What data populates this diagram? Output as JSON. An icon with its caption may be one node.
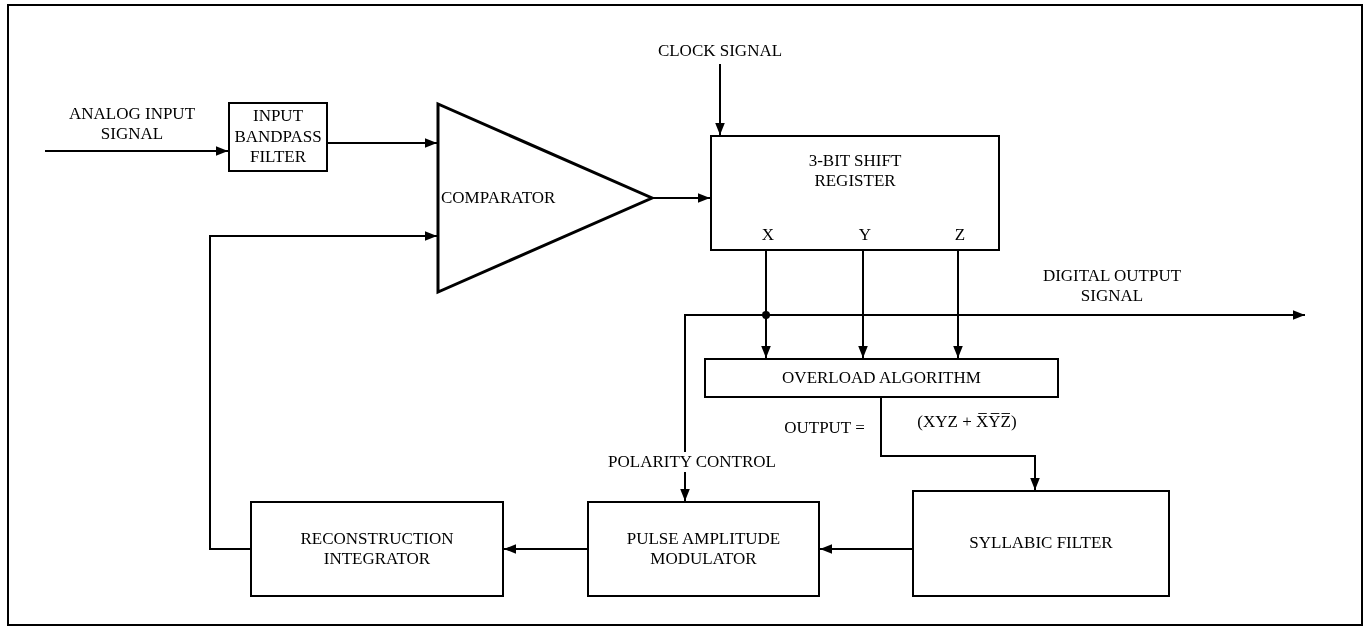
{
  "diagram": {
    "nodes": [
      {
        "text": [
          "CLOCK SIGNAL"
        ]
      },
      {
        "text": [
          "INPUT BANDPASS FILTER"
        ]
      },
      {
        "text": [
          "COMPARATOR"
        ]
      },
      {
        "text": [
          "3-BIT SHIFT REGISTER",
          "X",
          "Y",
          "Z"
        ]
      },
      {
        "text": [
          "OVERLOAD ALGORITHM"
        ]
      },
      {
        "text": [
          "RECONSTRUCTION INTEGRATOR"
        ]
      },
      {
        "text": [
          "PULSE AMPLITUDE MODULATOR"
        ]
      },
      {
        "text": [
          "SYLLABIC FILTER"
        ]
      }
    ],
    "edges": [
      {
        "from": 0,
        "to": 3,
        "arrow": "to"
      },
      {
        "from": null,
        "to": 1,
        "arrow": "to",
        "label": "ANALOG INPUT SIGNAL"
      },
      {
        "from": 1,
        "to": 2,
        "arrow": "to"
      },
      {
        "from": 2,
        "to": 3,
        "arrow": "to"
      },
      {
        "from": 3,
        "to": 4,
        "arrow": "to"
      },
      {
        "from": 3,
        "to": 4,
        "arrow": "to"
      },
      {
        "from": 3,
        "to": 4,
        "arrow": "to"
      },
      {
        "from": 3,
        "to": null,
        "arrow": "to",
        "label": "DIGITAL OUTPUT SIGNAL"
      },
      {
        "from": 3,
        "to": 6,
        "arrow": "to",
        "label": "POLARITY CONTROL"
      },
      {
        "from": 4,
        "to": 7,
        "arrow": "to",
        "label": "(XYZ + X̅Y̅Z̅)"
      },
      {
        "from": 7,
        "to": 6,
        "arrow": "to"
      },
      {
        "from": 6,
        "to": 5,
        "arrow": "to"
      },
      {
        "from": 5,
        "to": 2,
        "arrow": "to"
      }
    ],
    "labels": [
      "OUTPUT ="
    ]
  }
}
